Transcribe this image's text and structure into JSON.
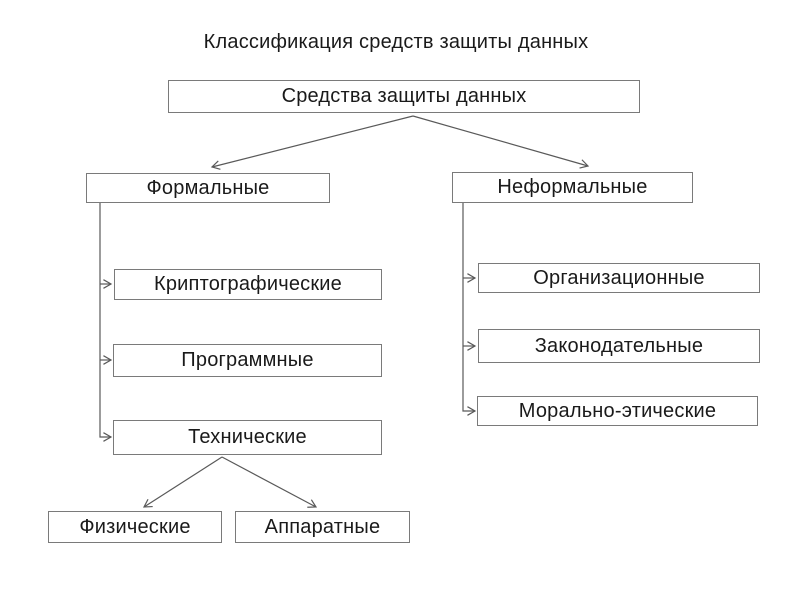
{
  "title": "Классификация средств защиты данных",
  "tree": {
    "root": {
      "label": "Средства защиты данных",
      "children": {
        "formal": {
          "label": "Формальные",
          "children": {
            "cryptographic": {
              "label": "Криптографические"
            },
            "software": {
              "label": "Программные"
            },
            "technical": {
              "label": "Технические",
              "children": {
                "physical": {
                  "label": "Физические"
                },
                "hardware": {
                  "label": "Аппаратные"
                }
              }
            }
          }
        },
        "informal": {
          "label": "Неформальные",
          "children": {
            "organizational": {
              "label": "Организационные"
            },
            "legislative": {
              "label": "Законодательные"
            },
            "moral_ethical": {
              "label": "Морально-этические"
            }
          }
        }
      }
    }
  },
  "colors": {
    "background": "#ffffff",
    "box_fill": "#ffffff",
    "box_border": "#7a7a7a",
    "line": "#595959",
    "text": "#1a1a1a"
  }
}
